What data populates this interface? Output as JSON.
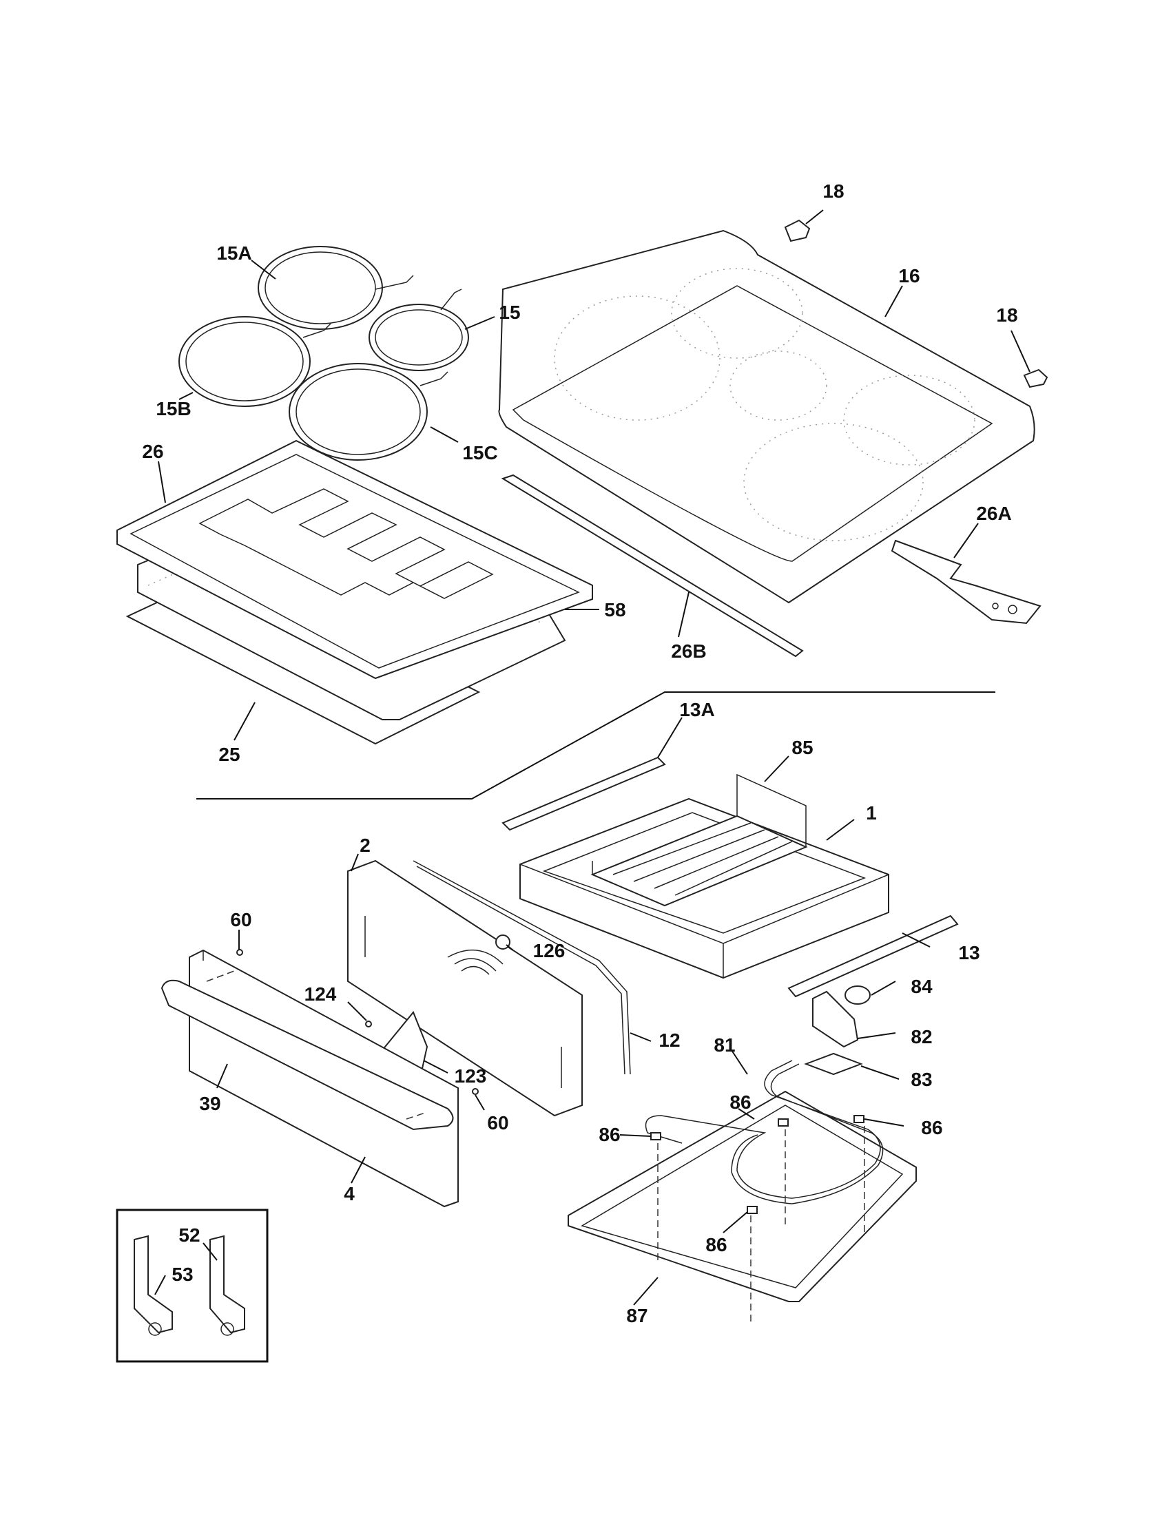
{
  "labels": {
    "l_18a": "18",
    "l_18b": "18",
    "l_16": "16",
    "l_15A": "15A",
    "l_15": "15",
    "l_15B": "15B",
    "l_15C": "15C",
    "l_26": "26",
    "l_26A": "26A",
    "l_26B": "26B",
    "l_58": "58",
    "l_25": "25",
    "l_13A": "13A",
    "l_85": "85",
    "l_1": "1",
    "l_2": "2",
    "l_126": "126",
    "l_13": "13",
    "l_60a": "60",
    "l_124": "124",
    "l_84": "84",
    "l_12": "12",
    "l_82": "82",
    "l_81": "81",
    "l_123": "123",
    "l_83": "83",
    "l_39": "39",
    "l_60b": "60",
    "l_86a": "86",
    "l_86b": "86",
    "l_86c": "86",
    "l_86d": "86",
    "l_4": "4",
    "l_52": "52",
    "l_53": "53",
    "l_87": "87"
  },
  "colors": {
    "line": "#222222",
    "background": "#ffffff"
  }
}
